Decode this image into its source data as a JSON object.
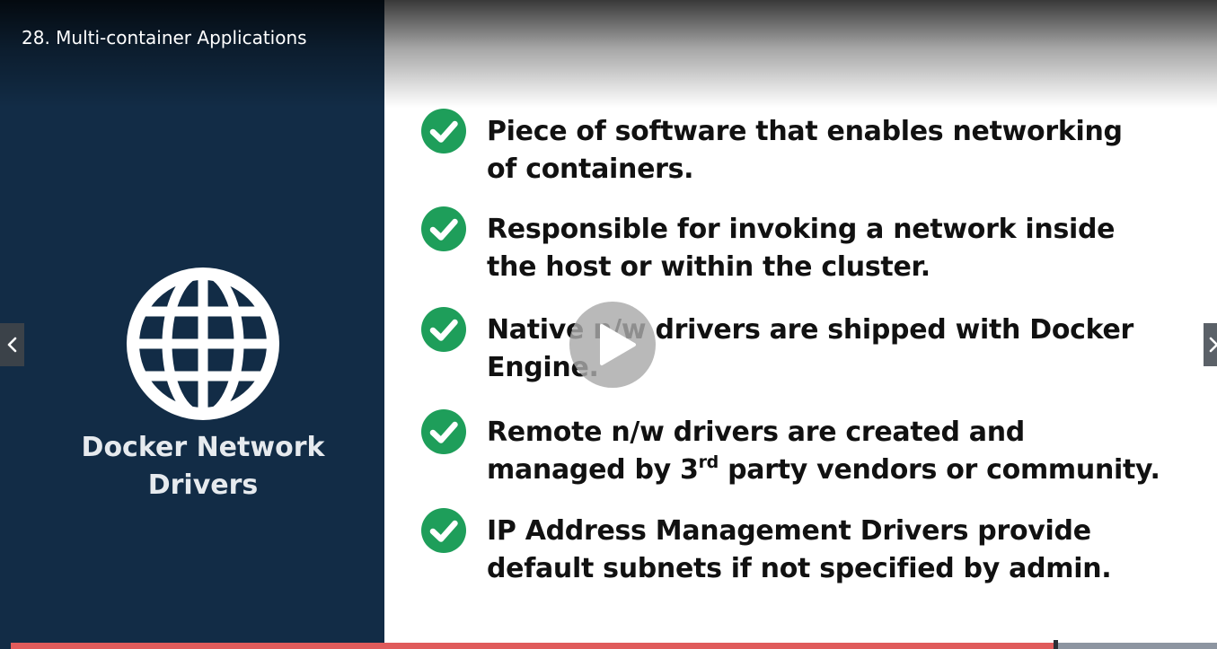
{
  "video": {
    "title": "28. Multi-container Applications"
  },
  "slide": {
    "section_icon": "globe-icon",
    "section_title_line1": "Docker Network",
    "section_title_line2": "Drivers",
    "bullet_icon": "check-circle-icon",
    "bullets": [
      {
        "line1": "Piece of software that enables networking",
        "line2": "of containers."
      },
      {
        "line1": "Responsible for invoking a network inside",
        "line2": "the host or within the cluster."
      },
      {
        "line1": "Native n/w drivers are shipped with Docker",
        "line2": "Engine."
      },
      {
        "line1": "Remote n/w drivers are created and",
        "line2_pre": "managed by 3",
        "line2_sup": "rd",
        "line2_post": " party vendors or community."
      },
      {
        "line1": "IP Address Management Drivers provide",
        "line2": "default subnets if not specified by admin."
      }
    ]
  },
  "controls": {
    "play_icon": "play-icon",
    "prev_icon": "chevron-left-icon",
    "next_icon": "chevron-right-icon",
    "progress_fraction": 0.866
  },
  "colors": {
    "left_panel": "#122c46",
    "check_green": "#1e9e5a",
    "progress_played": "#e05b5b",
    "progress_remaining": "#8d95a1"
  }
}
